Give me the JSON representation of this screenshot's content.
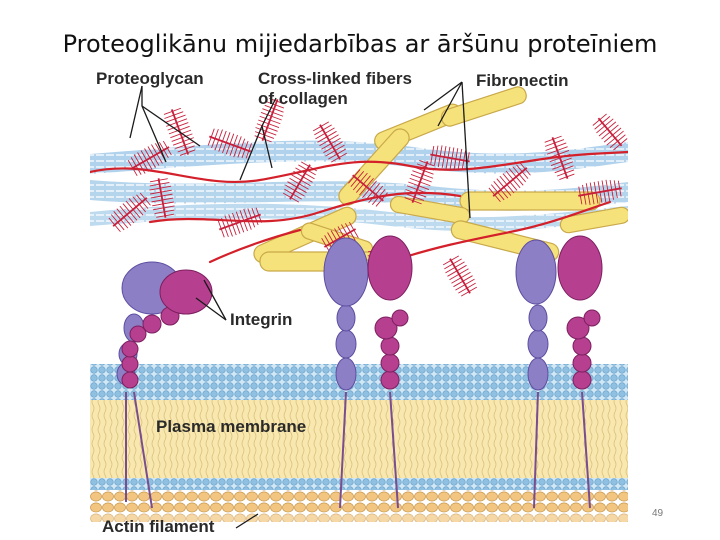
{
  "slide": {
    "title": "Proteoglikānu mijiedarbības ar āršūnu proteīniem",
    "page_number": "49"
  },
  "labels": {
    "proteoglycan": "Proteoglycan",
    "collagen_line1": "Cross-linked fibers",
    "collagen_line2": "of collagen",
    "fibronectin": "Fibronectin",
    "integrin": "Integrin",
    "plasma_membrane": "Plasma membrane",
    "actin_filament": "Actin filament"
  },
  "colors": {
    "proteoglycan": "#c8203c",
    "collagen_fill": "#f6e27a",
    "collagen_stroke": "#c9a94a",
    "fibronectin": "#d3202a",
    "collagen_band": "#8ab8de",
    "integrin_alpha": "#8d7fc6",
    "integrin_beta": "#b6408f",
    "membrane_heads": "#a5cde7",
    "membrane_core": "#f8e8b0",
    "actin": "#f2c680"
  }
}
